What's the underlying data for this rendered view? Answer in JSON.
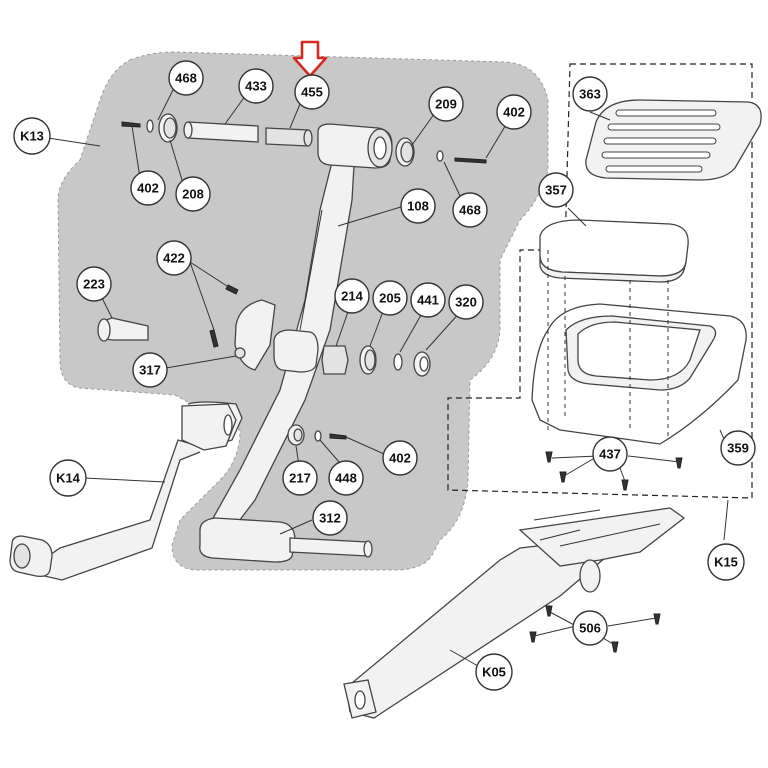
{
  "diagram": {
    "highlight_arrow_color": "#d42a20",
    "panel_color": "#c8c8c8",
    "group_labels": {
      "k13": "K13",
      "k14": "K14",
      "k15": "K15",
      "k05": "K05"
    },
    "parts": {
      "p468a": "468",
      "p433": "433",
      "p455": "455",
      "p209": "209",
      "p402a": "402",
      "p402b": "402",
      "p208": "208",
      "p468b": "468",
      "p108": "108",
      "p422": "422",
      "p223": "223",
      "p214": "214",
      "p205": "205",
      "p441": "441",
      "p320": "320",
      "p317": "317",
      "p402c": "402",
      "p217": "217",
      "p448": "448",
      "p312": "312",
      "p363": "363",
      "p357": "357",
      "p359": "359",
      "p437": "437",
      "p506": "506"
    }
  }
}
